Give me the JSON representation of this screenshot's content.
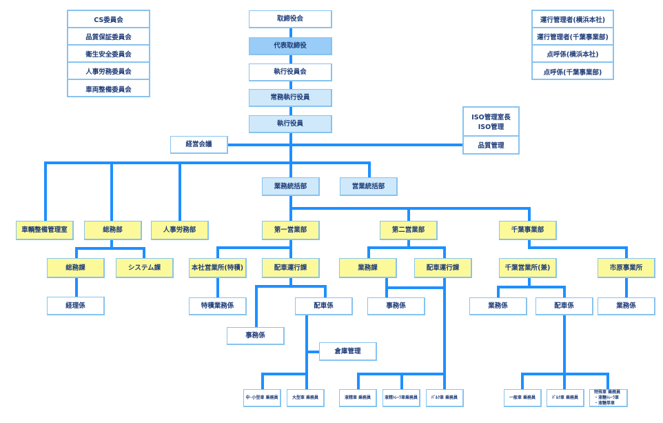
{
  "title": "組織図",
  "colors": {
    "line": "#1e8fff",
    "border": "#86c3f0",
    "text": "#1e3c78",
    "executive_fill": "#cfe9fb",
    "president_fill": "#99ccf7",
    "department_fill": "#fcf99a",
    "plain_fill": "#ffffff"
  },
  "committees": [
    "CS委員会",
    "品質保証委員会",
    "衛生安全委員会",
    "人事労務委員会",
    "車両整備委員会"
  ],
  "operation_managers": [
    "運行管理者(横浜本社)",
    "運行管理者(千葉事業部)",
    "点呼係(横浜本社)",
    "点呼係(千葉事業部)"
  ],
  "executive": {
    "board": "取締役会",
    "president": "代表取締役",
    "exec_committee": "執行役員会",
    "managing_exec": "常務執行役員",
    "exec_officer": "執行役員",
    "management_meeting": "経営会議",
    "iso_head_lines": [
      "ISO管理室長",
      "ISO管理"
    ],
    "quality": "品質管理"
  },
  "divisions": {
    "ops_hq": "業務統括部",
    "sales_hq": "営業統括部"
  },
  "departments": {
    "vehicle": "車輌整備管理室",
    "general": "総務部",
    "hr": "人事労務部",
    "sales1": "第一営業部",
    "sales2": "第二営業部",
    "chiba": "千葉事業部"
  },
  "sections": {
    "general_affairs": "総務課",
    "system": "システム課",
    "accounting": "経理係",
    "honsha": "本社営業所(特積)",
    "dispatch1": "配車運行課",
    "tokuseki": "特積業務係",
    "dispatch_unit1": "配車係",
    "office1": "事務係",
    "warehouse": "倉庫管理",
    "ops2": "業務課",
    "dispatch2": "配車運行課",
    "office2": "事務係",
    "chiba_office": "千葉営業所(兼)",
    "ichihara": "市原事業所",
    "chiba_ops": "業務係",
    "chiba_dispatch": "配車係",
    "ichihara_ops": "業務係"
  },
  "crews": {
    "small_mid": "中･小型車 乗務員",
    "large": "大型車 乗務員",
    "tanker": "液精車 乗務員",
    "tanker_trailer": "液精ﾄﾚｰﾗ車乗務員",
    "bulk1": "ﾊﾞﾙｸ車 乗務員",
    "general": "一般車 乗務員",
    "bulk2": "ﾊﾞﾙｸ車 乗務員",
    "special_lines": [
      "特殊車 乗務員",
      "・液糖ﾄﾚｰﾗ車",
      "・液糖単車"
    ]
  }
}
